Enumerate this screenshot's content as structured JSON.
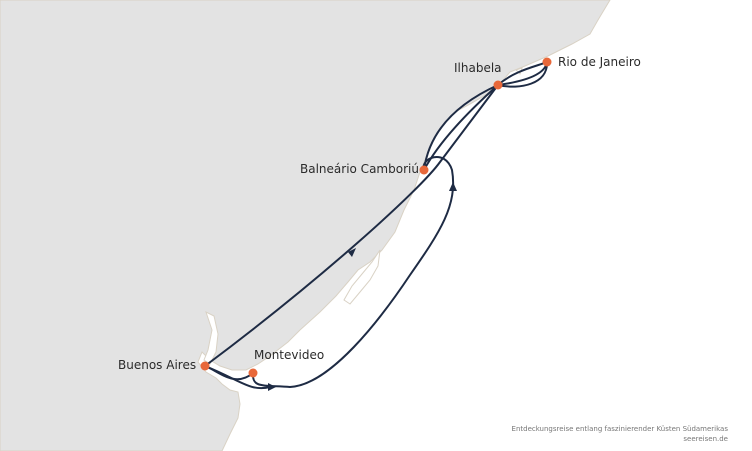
{
  "map": {
    "ports": [
      {
        "name": "Rio de Janeiro"
      },
      {
        "name": "Ilhabela"
      },
      {
        "name": "Balneário Camboriú"
      },
      {
        "name": "Montevideo"
      },
      {
        "name": "Buenos Aires"
      }
    ],
    "credit": {
      "caption": "Entdeckungsreise entlang faszinierender Küsten Südamerikas",
      "source": "seereisen.de"
    },
    "colors": {
      "land": "#e3e3e3",
      "water": "#ffffff",
      "coastline": "#d9d2c5",
      "route": "#1e2b44",
      "port": "#e8683a"
    }
  }
}
